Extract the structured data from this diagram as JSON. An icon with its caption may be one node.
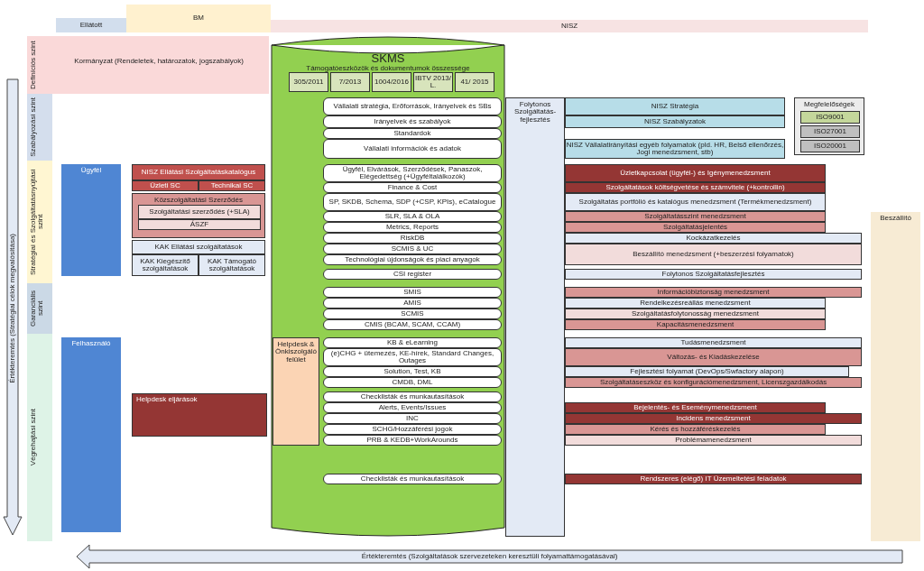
{
  "diagram": {
    "nodes": [
      {
        "text": [
          "Ellátott"
        ]
      },
      {
        "text": [
          "BM"
        ]
      },
      {
        "text": [
          "NISZ"
        ]
      },
      {
        "text": [
          "Definíciós szint",
          "Kormányzat (Rendeletek, határozatok, jogszabályok)"
        ]
      },
      {
        "text": [
          "Szabályozási szint"
        ]
      },
      {
        "text": [
          "Stratégiai és Szolgáltatásnyújtási szint"
        ]
      },
      {
        "text": [
          "Garanciális szint"
        ]
      },
      {
        "text": [
          "Végrehajtási szint"
        ]
      },
      {
        "text": [
          "Beszállító"
        ]
      },
      {
        "text": [
          "Értékteremtés (Stratégiai célok megvalósítása)"
        ]
      },
      {
        "text": [
          "Ügyfél"
        ]
      },
      {
        "text": [
          "Felhasználó"
        ]
      },
      {
        "text": [
          "SKMS",
          "Támogatóeszközök és dokumentumok összessége"
        ]
      },
      {
        "text": [
          "Folytonos Szolgáltatás-fejlesztés"
        ]
      },
      {
        "text": [
          "305/2011"
        ],
        "in": 12
      },
      {
        "text": [
          "7/2013"
        ],
        "in": 12
      },
      {
        "text": [
          "1004/2016"
        ],
        "in": 12
      },
      {
        "text": [
          "IBTV 2013/ L."
        ],
        "in": 12
      },
      {
        "text": [
          "41/ 2015"
        ],
        "in": 12
      },
      {
        "text": [
          "NISZ Stratégia"
        ]
      },
      {
        "text": [
          "NISZ Szabályzatok"
        ]
      },
      {
        "text": [
          "NISZ Vállalatirányítási egyéb folyamatok (pld. HR, Belső ellenőrzés, Jogi menedzsment, stb)"
        ]
      },
      {
        "text": [
          "Megfelelőségek"
        ]
      },
      {
        "text": [
          "ISO9001"
        ],
        "in": 22
      },
      {
        "text": [
          "ISO27001"
        ],
        "in": 22
      },
      {
        "text": [
          "ISO20001"
        ],
        "in": 22
      },
      {
        "text": [
          "NISZ Ellátási Szolgáltatáskatalógus"
        ]
      },
      {
        "text": [
          "Üzleti SC"
        ]
      },
      {
        "text": [
          "Technikai SC"
        ]
      },
      {
        "text": [
          "Közszolgáltatási Szerződés"
        ]
      },
      {
        "text": [
          "Szolgáltatási szerződés (+SLA)"
        ],
        "in": 29
      },
      {
        "text": [
          "ÁSZF"
        ],
        "in": 29
      },
      {
        "text": [
          "KAK Ellátási szolgáltatások"
        ]
      },
      {
        "text": [
          "KAK Kiegészítő szolgáltatások"
        ]
      },
      {
        "text": [
          "KAK Támogató szolgáltatások"
        ]
      },
      {
        "text": [
          "Helpdesk & Önkiszolgáló felület"
        ],
        "in": 12
      },
      {
        "text": [
          "Helpdesk eljárások"
        ]
      },
      {
        "text": [
          "Vállalati stratégia, Erőforrások, Irányelvek és SBs"
        ],
        "in": 12
      },
      {
        "text": [
          "Irányelvek és szabályok"
        ],
        "in": 12
      },
      {
        "text": [
          "Standardok"
        ],
        "in": 12
      },
      {
        "text": [
          "Vállalati információk és adatok"
        ],
        "in": 12
      },
      {
        "text": [
          "Ügyfél, Elvárások, Szerződések, Panaszok, Elégedettség (+Ügyféltalálkozók)"
        ],
        "in": 12
      },
      {
        "text": [
          "Üzletkapcsolat (ügyfél-) és Igénymenedzsment"
        ]
      },
      {
        "text": [
          "Finance & Cost"
        ],
        "in": 12
      },
      {
        "text": [
          "Szolgáltatások költségvetése és számvitele (+kontrollin)"
        ]
      },
      {
        "text": [
          "SP, SKDB, Schema, SDP (+CSP, KPIs), eCatalogue"
        ],
        "in": 12
      },
      {
        "text": [
          "Szolgáltatás portfólió és katalógus menedzsment (Termékmenedzsment)"
        ]
      },
      {
        "text": [
          "SLR, SLA & OLA"
        ],
        "in": 12
      },
      {
        "text": [
          "Szolgáltatásszint menedzsment"
        ]
      },
      {
        "text": [
          "Metrics, Reports"
        ],
        "in": 12
      },
      {
        "text": [
          "Szolgáltatásjelentés"
        ]
      },
      {
        "text": [
          "RiskDB"
        ],
        "in": 12
      },
      {
        "text": [
          "Kockázatkezelés"
        ]
      },
      {
        "text": [
          "SCMIS & UC"
        ],
        "in": 12
      },
      {
        "text": [
          "Technológiai újdonságok és piaci anyagok"
        ],
        "in": 12
      },
      {
        "text": [
          "Beszállító menedzsment (+beszerzési folyamatok)"
        ]
      },
      {
        "text": [
          "CSI register"
        ],
        "in": 12
      },
      {
        "text": [
          "Folytonos Szolgáltatásfejlesztés"
        ]
      },
      {
        "text": [
          "SMIS"
        ],
        "in": 12
      },
      {
        "text": [
          "Információbiztonság menedzsment"
        ]
      },
      {
        "text": [
          "AMIS"
        ],
        "in": 12
      },
      {
        "text": [
          "Rendelkezésreállás menedzsment"
        ]
      },
      {
        "text": [
          "SCMIS"
        ],
        "in": 12
      },
      {
        "text": [
          "Szolgáltatásfolytonosság menedzsment"
        ]
      },
      {
        "text": [
          "CMIS (BCAM, SCAM, CCAM)"
        ],
        "in": 12
      },
      {
        "text": [
          "Kapacitásmenedzsment"
        ]
      },
      {
        "text": [
          "KB & eLearning"
        ],
        "in": 12
      },
      {
        "text": [
          "Tudásmenedzsment"
        ]
      },
      {
        "text": [
          "(e)CHG + ütemezés, KE-hírek, Standard Changes, Outages"
        ],
        "in": 12
      },
      {
        "text": [
          "Változás- és Kiadáskezelése"
        ]
      },
      {
        "text": [
          "Solution, Test, KB"
        ],
        "in": 12
      },
      {
        "text": [
          "Fejlesztési folyamat (DevOps/Swfactory alapon)"
        ]
      },
      {
        "text": [
          "CMDB, DML"
        ],
        "in": 12
      },
      {
        "text": [
          "Szolgáltatáseszköz és konfigurációmenedzsment, Licenszgazdálkodás"
        ]
      },
      {
        "text": [
          "Checklisták és munkautasítások"
        ],
        "in": 12
      },
      {
        "text": [
          "Alerts, Events/Issues"
        ],
        "in": 12
      },
      {
        "text": [
          "Bejelentés- és Eseménymenedzsment"
        ]
      },
      {
        "text": [
          "INC"
        ],
        "in": 12
      },
      {
        "text": [
          "Incidens menedzsment"
        ]
      },
      {
        "text": [
          "SCHG/Hozzáférési jogok"
        ],
        "in": 12
      },
      {
        "text": [
          "Kérés és hozzáféréskezelés"
        ]
      },
      {
        "text": [
          "PRB & KEDB+WorkArounds"
        ],
        "in": 12
      },
      {
        "text": [
          "Problémamenedzsment"
        ]
      },
      {
        "text": [
          "Checklisták és munkautasítások"
        ],
        "in": 12
      },
      {
        "text": [
          "Rendszeres (elégő) IT Üzemeltetési feladatok"
        ]
      },
      {
        "text": [
          "Értékteremtés (Szolgáltatások szervezeteken keresztüli folyamattámogatásával)"
        ]
      }
    ]
  }
}
